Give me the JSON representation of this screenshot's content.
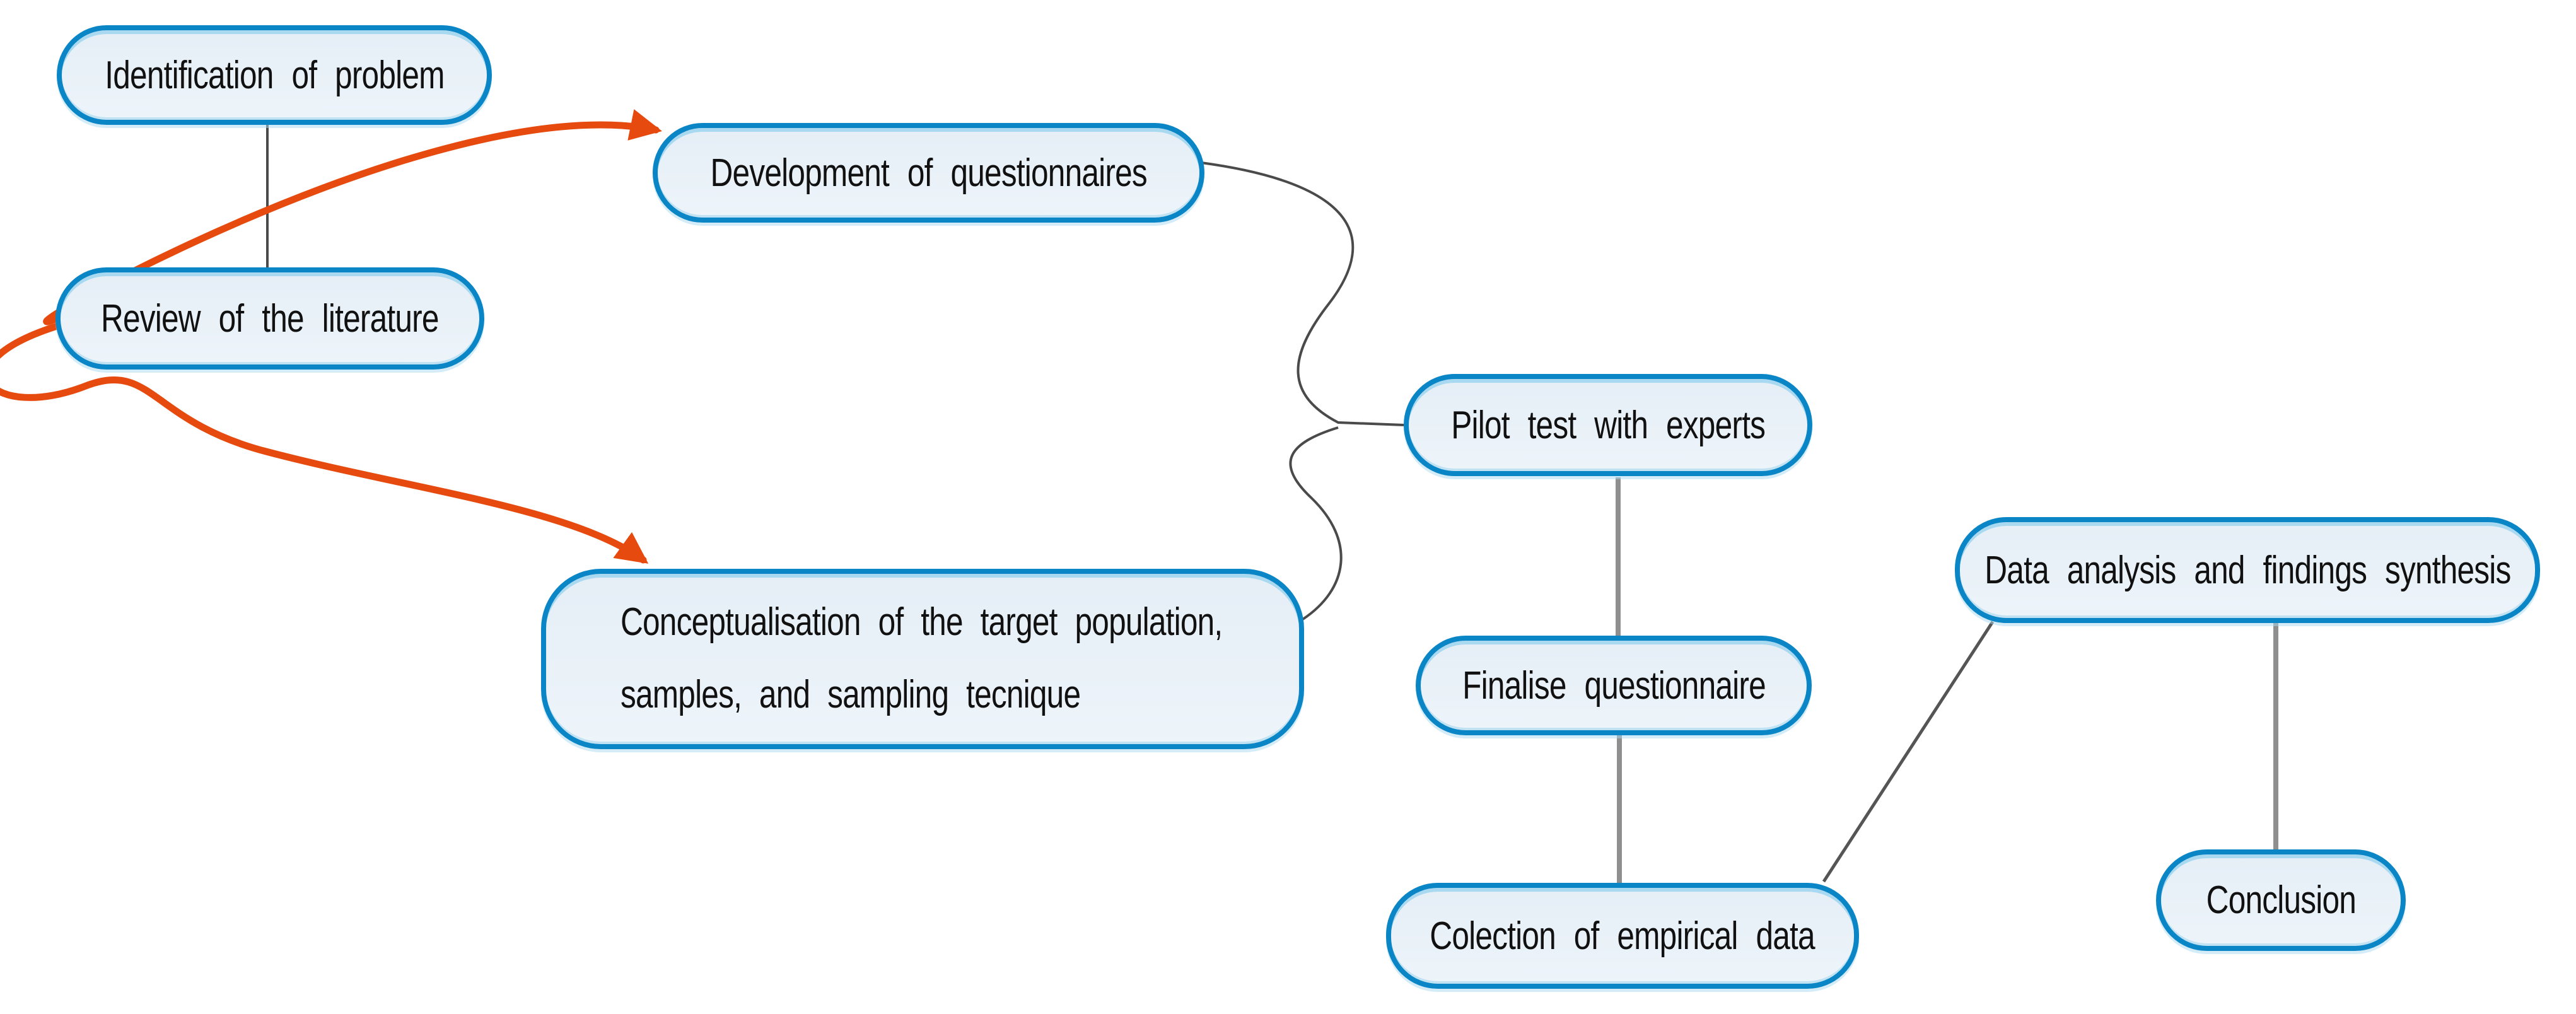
{
  "diagram": {
    "type": "flowchart",
    "background": "#ffffff",
    "nodes": {
      "identification": {
        "label": "Identification of problem"
      },
      "review": {
        "label": "Review of the literature"
      },
      "development": {
        "label": "Development of questionnaires"
      },
      "conceptualisation": {
        "lines": [
          "Conceptualisation of the target population,",
          "samples, and sampling tecnique"
        ]
      },
      "pilot": {
        "label": "Pilot test with experts"
      },
      "finalise": {
        "label": "Finalise questionnaire"
      },
      "colection": {
        "label": "Colection of empirical data"
      },
      "data_analysis": {
        "label": "Data analysis and findings synthesis"
      },
      "conclusion": {
        "label": "Conclusion"
      }
    },
    "edges": [
      {
        "from": "identification",
        "to": "review",
        "style": "gray-line",
        "arrow": false
      },
      {
        "from": "review",
        "to": "development",
        "style": "orange-curve",
        "arrow": true
      },
      {
        "from": "review",
        "to": "conceptualisation",
        "style": "orange-curve-loop",
        "arrow": true
      },
      {
        "from": "development",
        "to": "pilot",
        "style": "gray-s-curve",
        "arrow": false
      },
      {
        "from": "conceptualisation",
        "to": "pilot",
        "style": "gray-s-curve",
        "arrow": false
      },
      {
        "from": "pilot",
        "to": "finalise",
        "style": "gray-line",
        "arrow": false
      },
      {
        "from": "finalise",
        "to": "colection",
        "style": "gray-line",
        "arrow": false
      },
      {
        "from": "data_analysis",
        "to": "colection",
        "style": "gray-diagonal",
        "arrow": false
      },
      {
        "from": "data_analysis",
        "to": "conclusion",
        "style": "gray-line",
        "arrow": false
      }
    ]
  },
  "colors": {
    "node-fill": "#e9f1f8",
    "node-border": "#0a86c6",
    "node-light": "#a9d9f0",
    "edge-gray-thin": "#4a4a4a",
    "edge-gray-med": "#8f8f8f",
    "edge-gray-diag": "#555555",
    "edge-orange": "#e64a0e",
    "text": "#111111",
    "background": "#ffffff"
  }
}
